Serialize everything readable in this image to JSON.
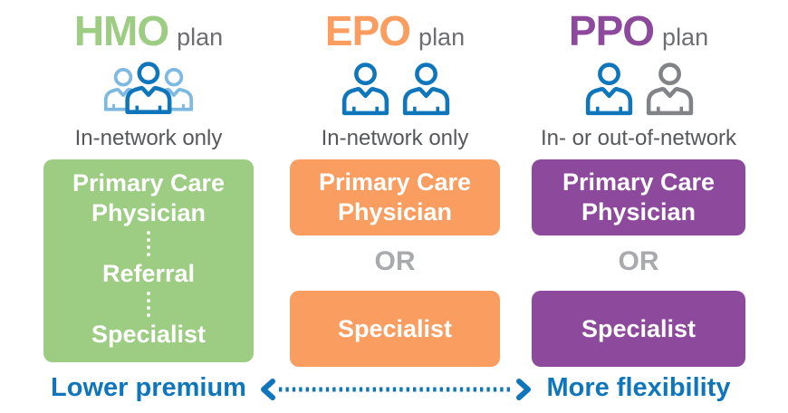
{
  "palette": {
    "green": "#9ccd83",
    "orange": "#f99d61",
    "purple": "#8d4a9d",
    "blue": "#0f76bc",
    "light_blue": "#7db9e1",
    "gray_person": "#818386",
    "gray_plan": "#6d6e71",
    "gray_network": "#57585b",
    "gray_or": "#a8aaad"
  },
  "columns": [
    {
      "id": "hmo",
      "title": "HMO",
      "plan_label": "plan",
      "icon": "three-people-icon",
      "network_label": "In-network only",
      "flow": [
        "Primary Care Physician",
        "Referral",
        "Specialist"
      ]
    },
    {
      "id": "epo",
      "title": "EPO",
      "plan_label": "plan",
      "icon": "two-people-icon",
      "network_label": "In-network only",
      "box1": "Primary Care Physician",
      "or_label": "OR",
      "box2": "Specialist"
    },
    {
      "id": "ppo",
      "title": "PPO",
      "plan_label": "plan",
      "icon": "in-and-out-of-network-people-icon",
      "network_label": "In- or out-of-network",
      "box1": "Primary Care Physician",
      "or_label": "OR",
      "box2": "Specialist"
    }
  ],
  "footer": {
    "left_label": "Lower premium",
    "arrow_icon": "double-headed-dotted-arrow-icon",
    "right_label": "More flexibility"
  }
}
